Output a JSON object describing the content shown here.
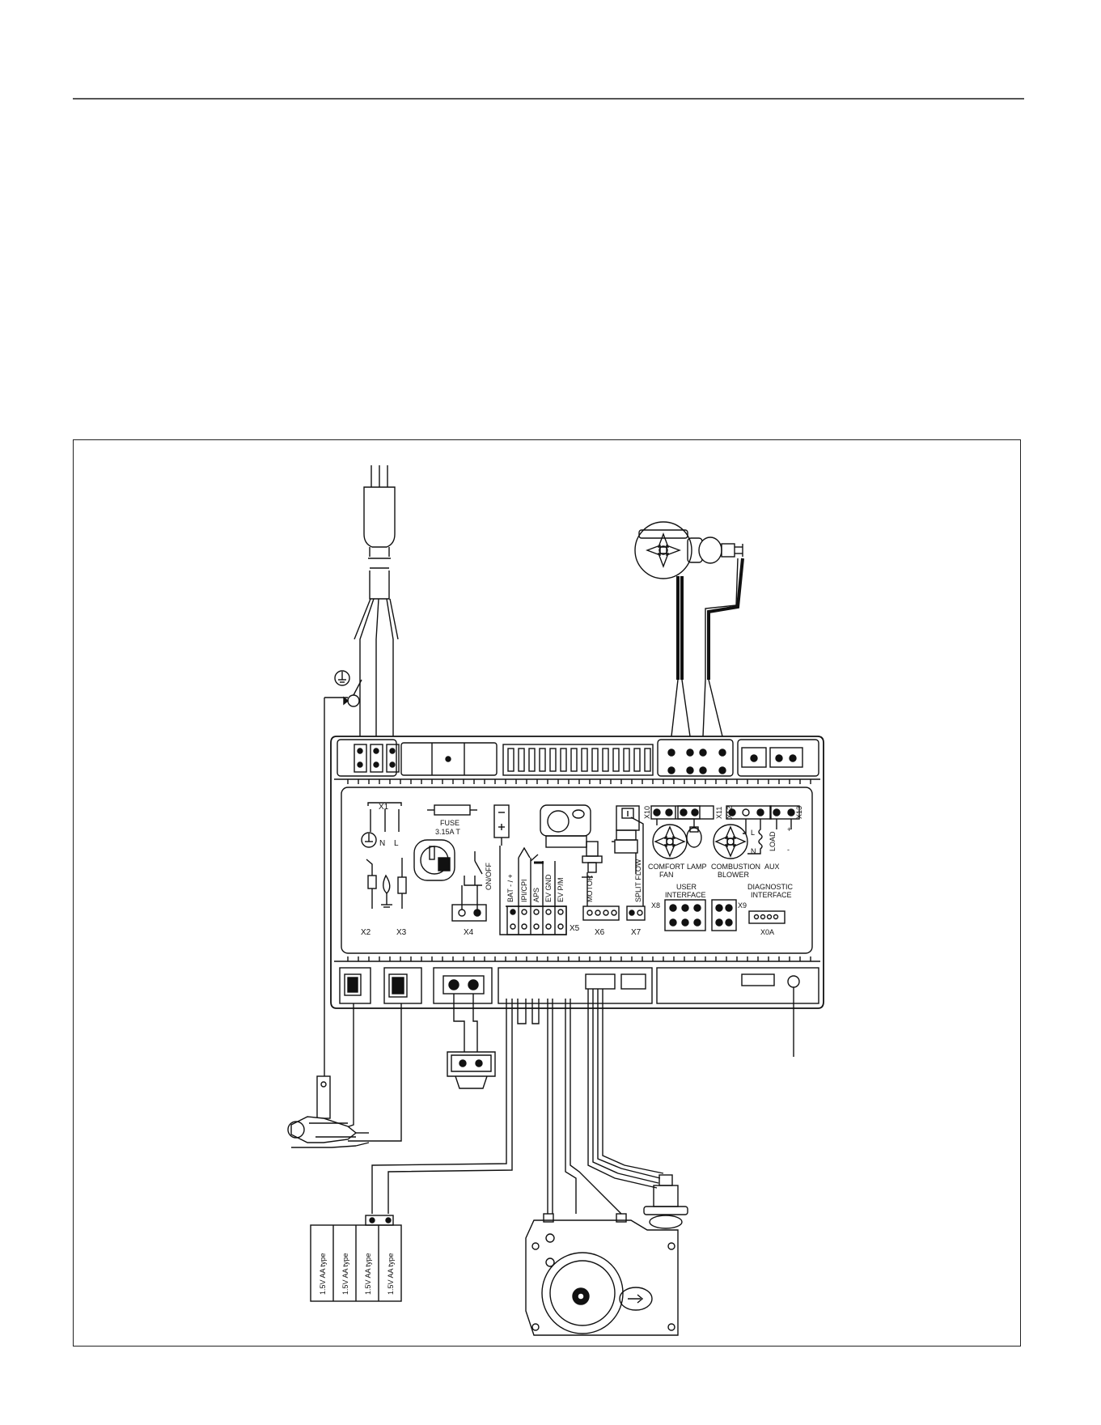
{
  "board": {
    "x1": "X1",
    "x1_n": "N",
    "x1_l": "L",
    "fuse_label": "FUSE",
    "fuse_rating": "3.15A T",
    "x2": "X2",
    "x3": "X3",
    "x4": "X4",
    "onoff": "ON/OFF",
    "x5": "X5",
    "bat": "BAT - / +",
    "ipi": "IPI/CPI",
    "aps": "APS",
    "ev_gnd": "EV GND",
    "ev_pm": "EV P/M",
    "motor": "MOTOR",
    "x6": "X6",
    "split_flow": "SPLIT FLOW",
    "x7": "X7",
    "x10": "X10",
    "x11": "X11",
    "x12": "X12",
    "x13": "X13",
    "comfort": "COMFORT",
    "fan": "FAN",
    "lamp": "LAMP",
    "combustion": "COMBUSTION",
    "blower": "BLOWER",
    "aux": "AUX",
    "load": "LOAD",
    "l": "L",
    "n": "N",
    "plus": "+",
    "minus": "-",
    "user": "USER",
    "interface": "INTERFACE",
    "x8": "X8",
    "x9": "X9",
    "diagnostic": "DIAGNOSTIC",
    "diag_interface": "INTERFACE",
    "x0a": "X0A"
  },
  "battery": {
    "cell_label": "1.5V AA type"
  },
  "colors": {
    "line": "#111111",
    "board_fill": "#ffffff"
  }
}
